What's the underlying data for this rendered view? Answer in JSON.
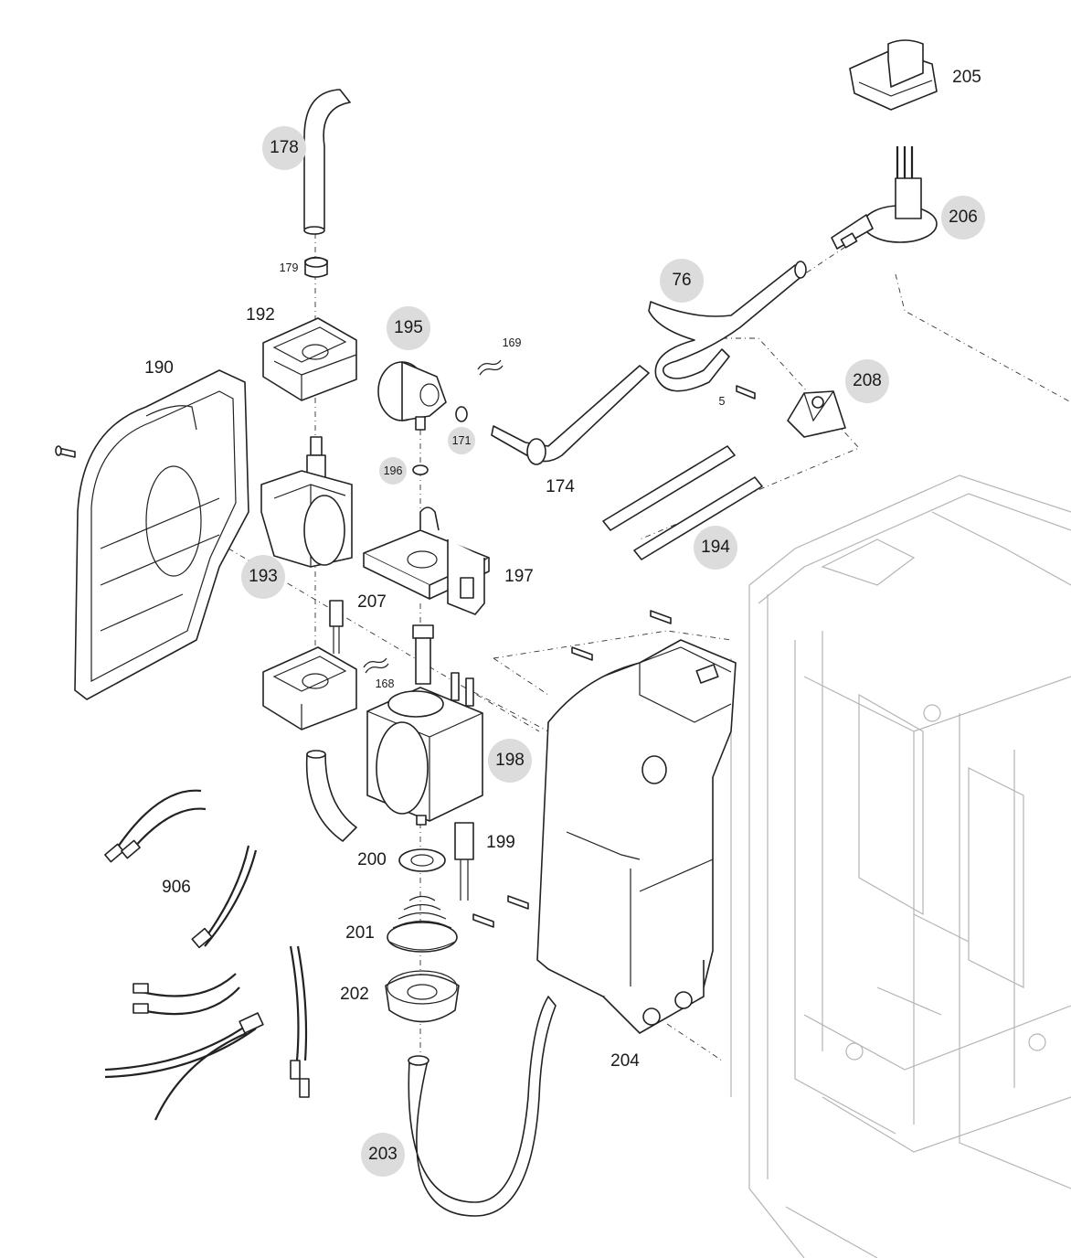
{
  "callouts": [
    {
      "id": "c178",
      "text": "178",
      "style": "badge"
    },
    {
      "id": "c179",
      "text": "179",
      "style": "small"
    },
    {
      "id": "c192",
      "text": "192",
      "style": "plain"
    },
    {
      "id": "c190",
      "text": "190",
      "style": "plain"
    },
    {
      "id": "c195",
      "text": "195",
      "style": "badge"
    },
    {
      "id": "c169",
      "text": "169",
      "style": "small"
    },
    {
      "id": "c171",
      "text": "171",
      "style": "badge-small"
    },
    {
      "id": "c196",
      "text": "196",
      "style": "badge-small"
    },
    {
      "id": "c174",
      "text": "174",
      "style": "plain"
    },
    {
      "id": "c76",
      "text": "76",
      "style": "badge"
    },
    {
      "id": "c205",
      "text": "205",
      "style": "plain"
    },
    {
      "id": "c206",
      "text": "206",
      "style": "badge"
    },
    {
      "id": "c208",
      "text": "208",
      "style": "badge"
    },
    {
      "id": "c5",
      "text": "5",
      "style": "small"
    },
    {
      "id": "c194",
      "text": "194",
      "style": "badge"
    },
    {
      "id": "c193",
      "text": "193",
      "style": "badge"
    },
    {
      "id": "c207",
      "text": "207",
      "style": "plain"
    },
    {
      "id": "c197",
      "text": "197",
      "style": "plain"
    },
    {
      "id": "c168",
      "text": "168",
      "style": "small"
    },
    {
      "id": "c198",
      "text": "198",
      "style": "badge"
    },
    {
      "id": "c199",
      "text": "199",
      "style": "plain"
    },
    {
      "id": "c200",
      "text": "200",
      "style": "plain"
    },
    {
      "id": "c906",
      "text": "906",
      "style": "plain"
    },
    {
      "id": "c201",
      "text": "201",
      "style": "plain"
    },
    {
      "id": "c202",
      "text": "202",
      "style": "plain"
    },
    {
      "id": "c204",
      "text": "204",
      "style": "plain"
    },
    {
      "id": "c203",
      "text": "203",
      "style": "badge"
    }
  ],
  "colors": {
    "line": "#222222",
    "callout_badge_fill": "#dcdcdc",
    "chassis_line": "#b4b4b4"
  }
}
